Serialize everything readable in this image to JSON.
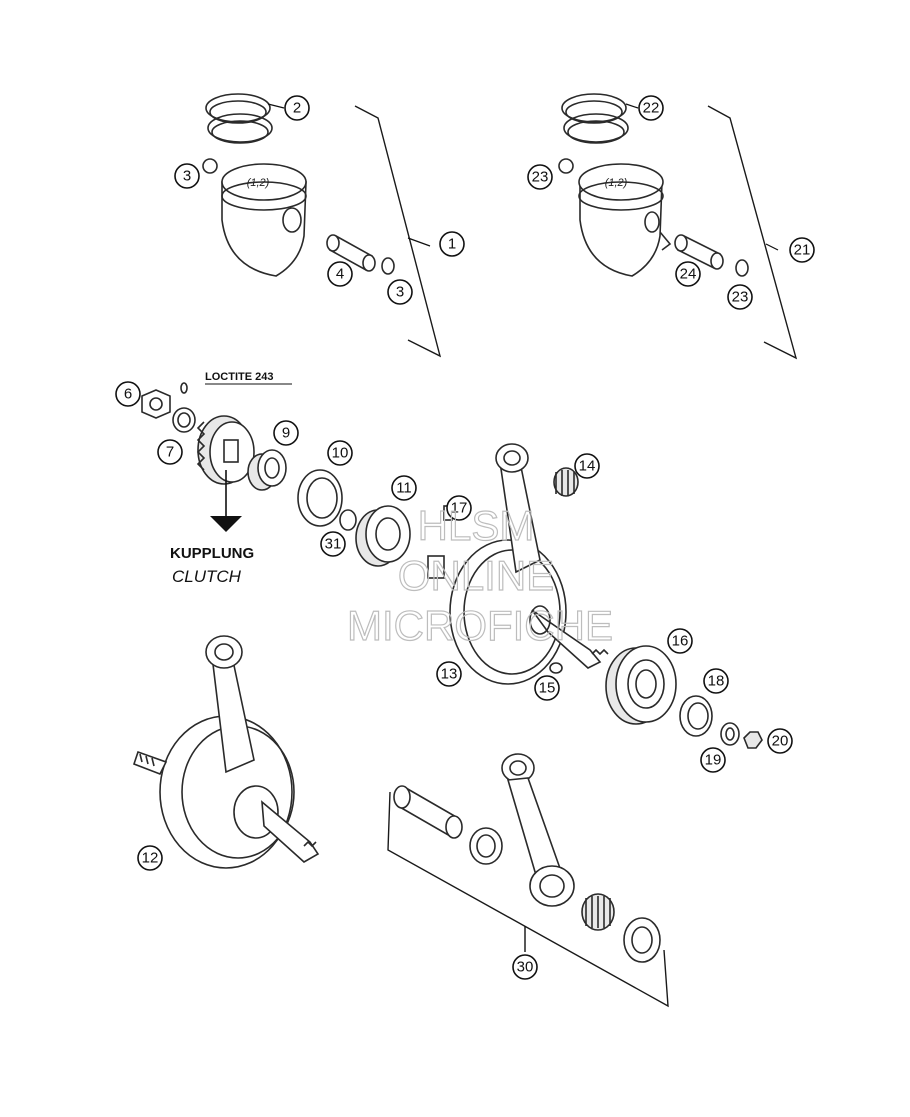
{
  "labels": {
    "loctite": "LOCTITE 243",
    "kupplung": "KUPPLUNG",
    "clutch": "CLUTCH",
    "piston_mark_left": "(1,2)",
    "piston_mark_right": "(1,2)"
  },
  "watermark": {
    "line1": "HLSM",
    "line2": "ONLINE",
    "line3": "MICROFICHE",
    "color": "#bdbdbd"
  },
  "callouts": {
    "c1": "1",
    "c2": "2",
    "c3a": "3",
    "c3b": "3",
    "c4": "4",
    "c6": "6",
    "c7": "7",
    "c9": "9",
    "c10": "10",
    "c11": "11",
    "c12": "12",
    "c13": "13",
    "c14": "14",
    "c15": "15",
    "c16": "16",
    "c17": "17",
    "c18": "18",
    "c19": "19",
    "c20": "20",
    "c21": "21",
    "c22": "22",
    "c23a": "23",
    "c23b": "23",
    "c24": "24",
    "c30": "30",
    "c31": "31"
  }
}
